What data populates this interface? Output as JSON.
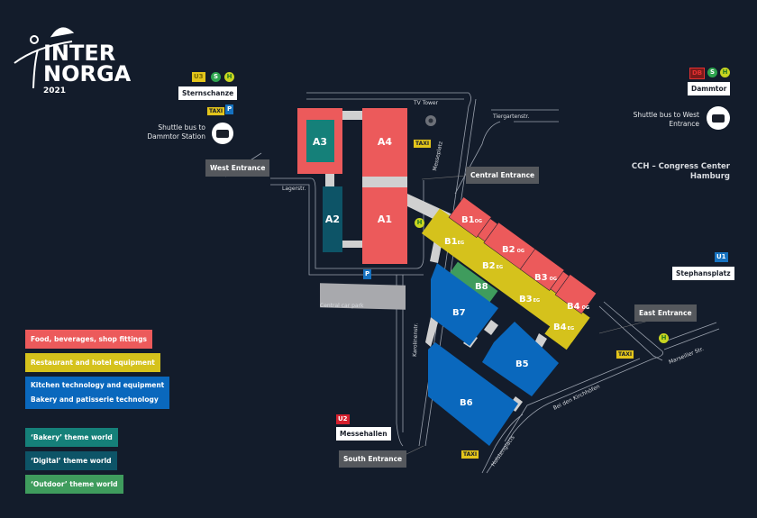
{
  "logo": {
    "line1": "INTER",
    "line2": "NORGA",
    "year": "2021"
  },
  "colors": {
    "food": "#ec5a5b",
    "restaurant": "#d5c21c",
    "kitchen": "#0a68bd",
    "bakery": "#158079",
    "digital": "#0d5467",
    "outdoor": "#3f9c5d",
    "entrance": "#55585d",
    "background": "#131c2b"
  },
  "stations": {
    "sternschanze": {
      "name": "Sternschanze",
      "lines": [
        "U3",
        "S",
        "H"
      ],
      "extras": [
        "TAXI",
        "P"
      ]
    },
    "dammtor": {
      "name": "Dammtor",
      "lines": [
        "DB",
        "S",
        "H"
      ]
    },
    "stephansplatz": {
      "name": "Stephansplatz",
      "line": "U1"
    },
    "messehallen": {
      "name": "Messehallen",
      "line": "U2"
    }
  },
  "shuttles": {
    "west": "Shuttle bus to Dammtor Station",
    "east": "Shuttle bus to West Entrance"
  },
  "entrances": {
    "west": "West Entrance",
    "central": "Central Entrance",
    "east": "East Entrance",
    "south": "South Entrance"
  },
  "places": {
    "cch": "CCH – Congress Center Hamburg",
    "tv_tower": "TV Tower",
    "car_park": "Central car park"
  },
  "streets": {
    "tiergarten": "Tiergartenstr.",
    "lager": "Lagerstr.",
    "messeplatz": "Messeplatz",
    "karolinen": "Karolinenstr.",
    "marseiller": "Marseiller Str.",
    "kirchhoefen": "Bei den Kirchhöfen",
    "holstenglacis": "Holstenglacis"
  },
  "markers": {
    "taxi": "TAXI",
    "parking": "P",
    "bus_stop": "H"
  },
  "halls": {
    "A1": "A1",
    "A2": "A2",
    "A3": "A3",
    "A4": "A4",
    "B1": "B1",
    "B2": "B2",
    "B3": "B3",
    "B4": "B4",
    "B5": "B5",
    "B6": "B6",
    "B7": "B7",
    "B8": "B8",
    "og": "OG",
    "eg": "EG"
  },
  "legend": [
    {
      "label": "Food, beverages, shop fittings"
    },
    {
      "label": "Restaurant and hotel equipment"
    },
    {
      "label": "Kitchen technology and equipment"
    },
    {
      "label": "Bakery and patisserie technology"
    },
    {
      "label": "‘Bakery’ theme world"
    },
    {
      "label": "‘Digital’ theme world"
    },
    {
      "label": "‘Outdoor’ theme world"
    }
  ]
}
